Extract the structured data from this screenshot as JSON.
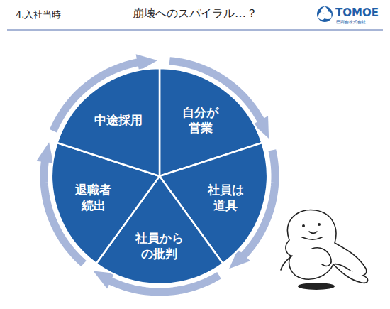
{
  "diagram": {
    "title": "崩壊へのスパイラル…？",
    "nodes": [
      {
        "text": [
          "自分が 営業"
        ]
      },
      {
        "text": [
          "社員は 道具"
        ]
      },
      {
        "text": [
          "社員から の批判"
        ]
      },
      {
        "text": [
          "退職者 続出"
        ]
      },
      {
        "text": [
          "中途採用"
        ]
      }
    ],
    "edges": [
      {
        "from": 0,
        "to": 1,
        "arrow": "to"
      },
      {
        "from": 1,
        "to": 2,
        "arrow": "to"
      },
      {
        "from": 2,
        "to": 3,
        "arrow": "to"
      },
      {
        "from": 3,
        "to": 4,
        "arrow": "to"
      },
      {
        "from": 4,
        "to": 0,
        "arrow": "to"
      }
    ],
    "labels": [
      "4.入社当時",
      "TOMOE",
      "巴商会株式会社"
    ]
  }
}
